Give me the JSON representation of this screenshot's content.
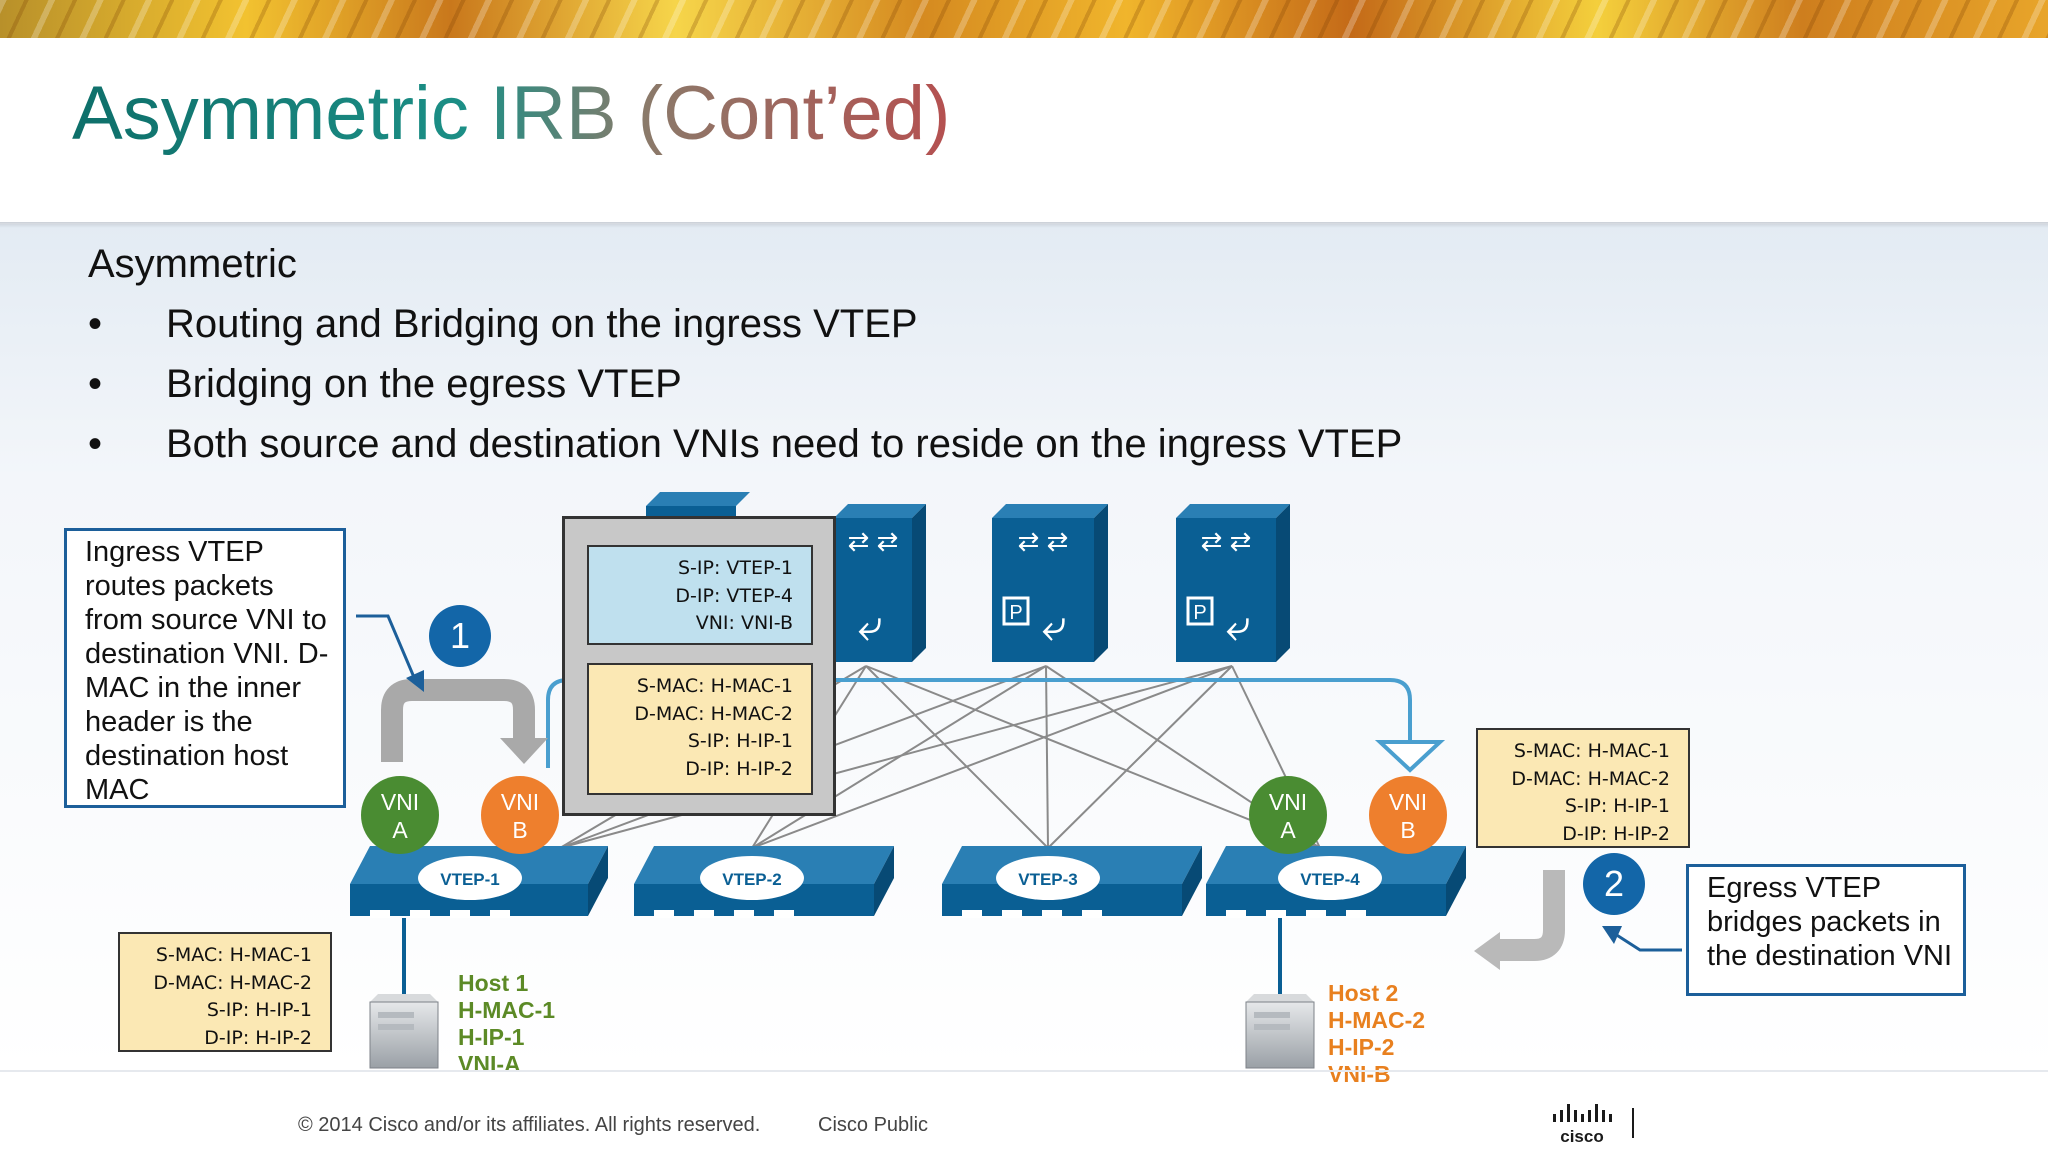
{
  "slide": {
    "title": "Asymmetric IRB (Cont’ed)",
    "subtitle": "Asymmetric",
    "bullets": [
      "Routing and Bridging on the ingress VTEP",
      "Bridging on the egress VTEP",
      "Both source and destination VNIs need to reside on the ingress VTEP"
    ]
  },
  "callouts": {
    "ingress": "Ingress VTEP routes packets from source VNI to destination VNI. D-MAC in the inner header is the destination host MAC",
    "egress": "Egress VTEP bridges packets in the destination VNI"
  },
  "steps": {
    "one": "1",
    "two": "2"
  },
  "outer_header": [
    "S-IP: VTEP-1",
    "D-IP: VTEP-4",
    "VNI: VNI-B"
  ],
  "inner_header": [
    "S-MAC: H-MAC-1",
    "D-MAC: H-MAC-2",
    "S-IP: H-IP-1",
    "D-IP: H-IP-2"
  ],
  "left_packet": [
    "S-MAC: H-MAC-1",
    "D-MAC: H-MAC-2",
    "S-IP: H-IP-1",
    "D-IP: H-IP-2"
  ],
  "right_packet": [
    "S-MAC: H-MAC-1",
    "D-MAC: H-MAC-2",
    "S-IP: H-IP-1",
    "D-IP: H-IP-2"
  ],
  "vnis": {
    "a_line1": "VNI",
    "a_line2": "A",
    "b_line1": "VNI",
    "b_line2": "B"
  },
  "vteps": [
    "VTEP-1",
    "VTEP-2",
    "VTEP-3",
    "VTEP-4"
  ],
  "host1": [
    "Host 1",
    "H-MAC-1",
    "H-IP-1",
    "VNI-A"
  ],
  "host2": [
    "Host 2",
    "H-MAC-2",
    "H-IP-2",
    "VNI-B"
  ],
  "footer": {
    "copyright": "© 2014 Cisco and/or its affiliates. All rights reserved.",
    "classification": "Cisco Public",
    "logo": "cisco"
  },
  "colors": {
    "cisco_blue": "#0a5f94",
    "vni_a": "#4a8c32",
    "vni_b": "#ee7f2d",
    "host1_text": "#5c8a26",
    "host2_text": "#e8801f",
    "packet_fill": "#fbe8b4",
    "outer_header_fill": "#bfe0ee"
  }
}
